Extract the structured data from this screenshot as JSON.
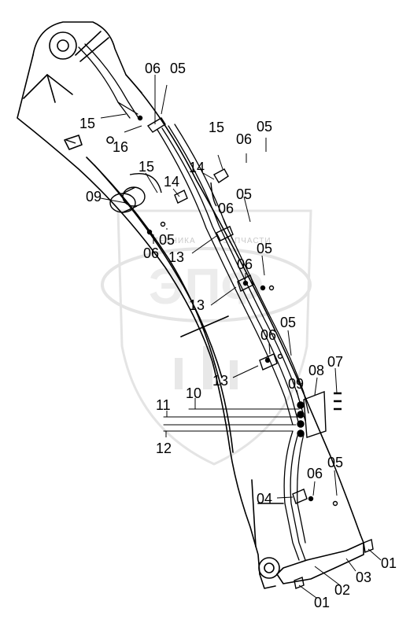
{
  "watermark": {
    "brand": "ЭПФ",
    "left_text": "ТЕХНИКА",
    "right_text": "ЗАПЧАСТИ"
  },
  "callouts": [
    {
      "id": "c1",
      "text": "06"
    },
    {
      "id": "c2",
      "text": "05"
    },
    {
      "id": "c3",
      "text": "15"
    },
    {
      "id": "c4",
      "text": "16"
    },
    {
      "id": "c5",
      "text": "15"
    },
    {
      "id": "c6",
      "text": "06"
    },
    {
      "id": "c7",
      "text": "05"
    },
    {
      "id": "c8",
      "text": "14"
    },
    {
      "id": "c9",
      "text": "15"
    },
    {
      "id": "c10",
      "text": "14"
    },
    {
      "id": "c11",
      "text": "09"
    },
    {
      "id": "c12",
      "text": "05"
    },
    {
      "id": "c13",
      "text": "06"
    },
    {
      "id": "c14",
      "text": "05"
    },
    {
      "id": "c15",
      "text": "06"
    },
    {
      "id": "c16",
      "text": "13"
    },
    {
      "id": "c17",
      "text": "05"
    },
    {
      "id": "c18",
      "text": "06"
    },
    {
      "id": "c19",
      "text": "13"
    },
    {
      "id": "c20",
      "text": "05"
    },
    {
      "id": "c21",
      "text": "06"
    },
    {
      "id": "c22",
      "text": "13"
    },
    {
      "id": "c23",
      "text": "07"
    },
    {
      "id": "c24",
      "text": "08"
    },
    {
      "id": "c25",
      "text": "09"
    },
    {
      "id": "c26",
      "text": "10"
    },
    {
      "id": "c27",
      "text": "11"
    },
    {
      "id": "c28",
      "text": "12"
    },
    {
      "id": "c29",
      "text": "05"
    },
    {
      "id": "c30",
      "text": "06"
    },
    {
      "id": "c31",
      "text": "04"
    },
    {
      "id": "c32",
      "text": "01"
    },
    {
      "id": "c33",
      "text": "03"
    },
    {
      "id": "c34",
      "text": "02"
    },
    {
      "id": "c35",
      "text": "01"
    }
  ]
}
